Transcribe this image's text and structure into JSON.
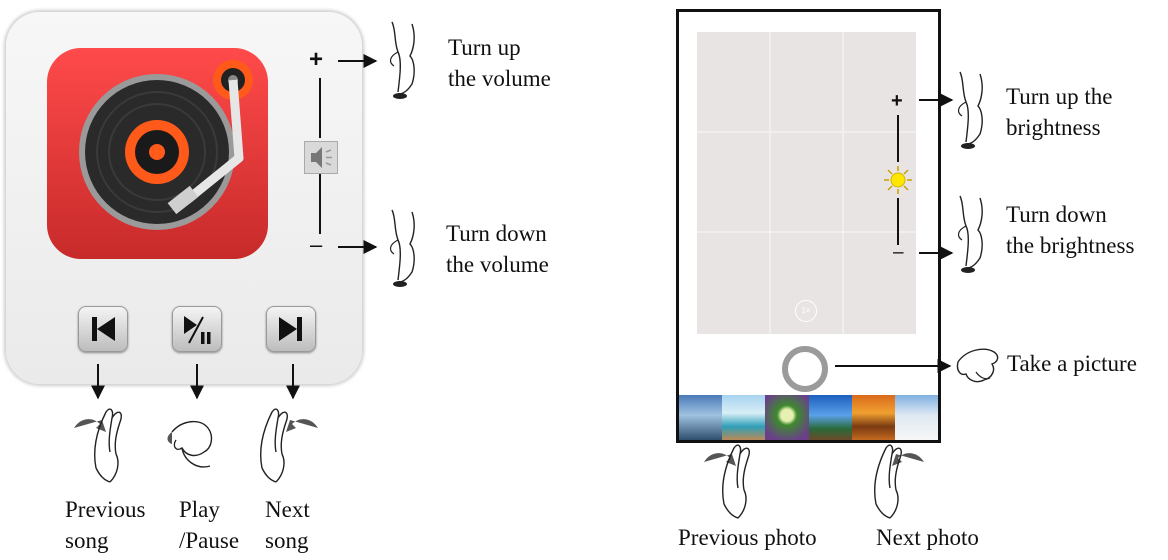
{
  "music": {
    "volume_plus": "+",
    "volume_minus": "–",
    "volume_up": [
      "Turn up",
      "the volume"
    ],
    "volume_down": [
      "Turn down",
      "the volume"
    ],
    "previous_song": [
      "Previous",
      "song"
    ],
    "play_pause": [
      "Play",
      "/Pause"
    ],
    "next_song": [
      "Next",
      "song"
    ]
  },
  "camera": {
    "zoom": "1×",
    "brightness_plus": "+",
    "brightness_minus": "–",
    "brightness_up": [
      "Turn up the",
      "brightness"
    ],
    "brightness_down": [
      "Turn down",
      "the brightness"
    ],
    "take_picture": "Take a picture",
    "previous_photo": "Previous photo",
    "next_photo": "Next photo"
  },
  "colors": {
    "app_red": "#e83b3b",
    "accent_orange": "#ff5a1a",
    "sun_yellow": "#ffe600"
  }
}
